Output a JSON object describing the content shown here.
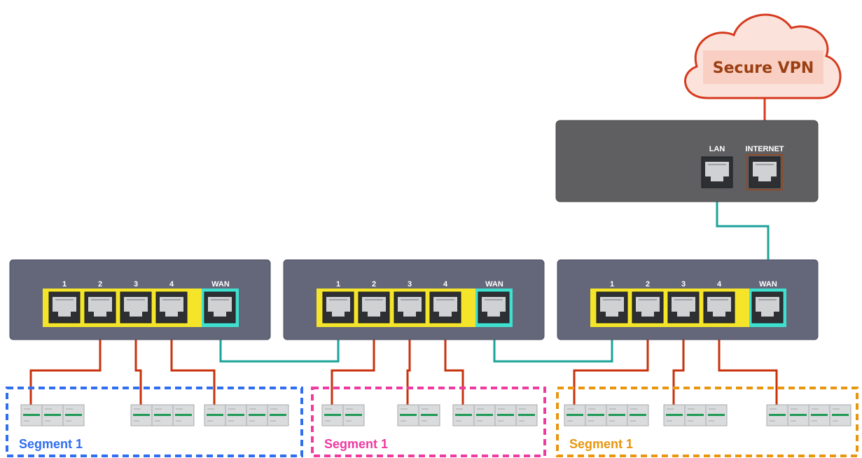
{
  "vpn": {
    "label": "Secure VPN"
  },
  "gateway": {
    "lan_label": "LAN",
    "internet_label": "INTERNET"
  },
  "switches": [
    {
      "ports": [
        "1",
        "2",
        "3",
        "4"
      ],
      "wan_label": "WAN"
    },
    {
      "ports": [
        "1",
        "2",
        "3",
        "4"
      ],
      "wan_label": "WAN"
    },
    {
      "ports": [
        "1",
        "2",
        "3",
        "4"
      ],
      "wan_label": "WAN"
    }
  ],
  "segments": [
    {
      "label": "Segment 1",
      "color": "#2f6ef0"
    },
    {
      "label": "Segment 1",
      "color": "#ef3aa0"
    },
    {
      "label": "Segment 1",
      "color": "#e8960e"
    }
  ],
  "colors": {
    "cloud_stroke": "#d63a1e",
    "cloud_fill": "#fbe3dc",
    "vpn_box": "#f8cfc2",
    "gateway": "#5f5f62",
    "switch_body": "#64667a",
    "switch_port_frame": "#f5e52a",
    "wan_port_frame": "#3fe0cf",
    "lan_cable": "#c8320c",
    "uplink_cable": "#1aa39a"
  }
}
